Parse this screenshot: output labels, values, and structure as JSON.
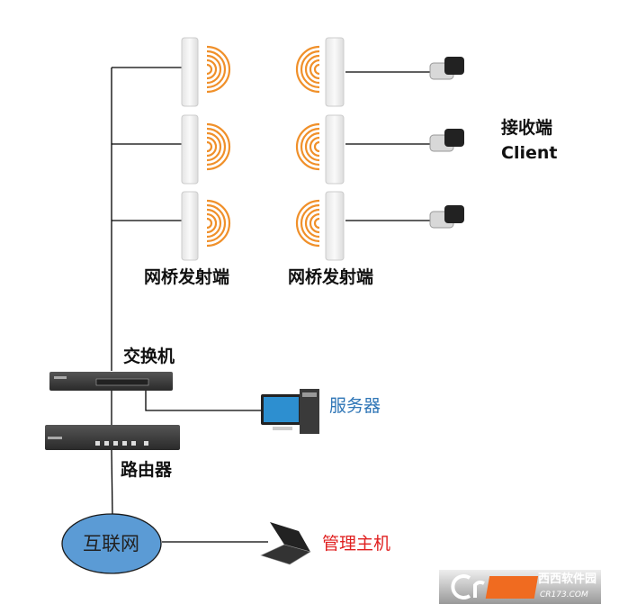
{
  "labels": {
    "transmitter_1": "网桥发射端",
    "transmitter_2": "网桥发射端",
    "receiver": "接收端",
    "receiver_en": "Client",
    "switch": "交换机",
    "router": "路由器",
    "server": "服务器",
    "internet": "互联网",
    "admin_host": "管理主机"
  },
  "colors": {
    "wave": "#f0902a",
    "server_label": "#2e75b6",
    "admin_label": "#e02020",
    "internet_fill": "#5b9bd5"
  },
  "watermark": {
    "brand": "西西软件园",
    "url": "CR173.COM"
  }
}
